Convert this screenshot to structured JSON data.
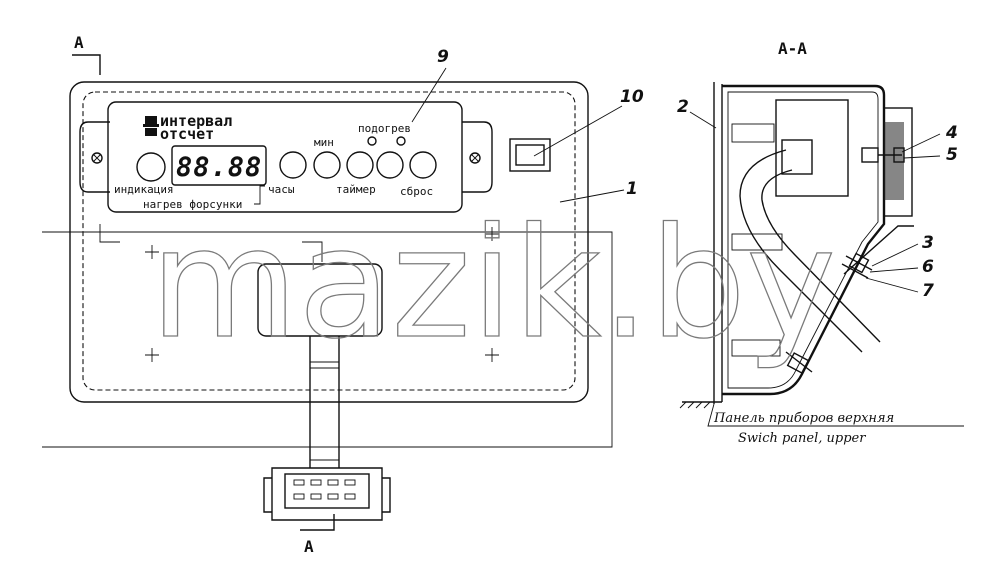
{
  "section_marks": {
    "top_left": "А",
    "bottom": "А",
    "view_title": "А-А"
  },
  "front_panel": {
    "interval_label": "интервал",
    "countdown_label": "отсчет",
    "display_value": "88.88",
    "min_label": "мин",
    "preheat_label": "подогрев",
    "indication_label": "индикация",
    "hours_label": "часы",
    "timer_label": "таймер",
    "reset_label": "сброс",
    "injector_heating_label": "нагрев форсунки"
  },
  "callouts": {
    "n1": "1",
    "n2": "2",
    "n3": "3",
    "n4": "4",
    "n5": "5",
    "n6": "6",
    "n7": "7",
    "n9": "9",
    "n10": "10"
  },
  "caption": {
    "ru": "Панель приборов верхняя",
    "en": "Swich panel, upper"
  },
  "watermark": "mazik.by",
  "colors": {
    "ink": "#111111",
    "background": "#ffffff",
    "watermark": "#7a7a7a"
  }
}
